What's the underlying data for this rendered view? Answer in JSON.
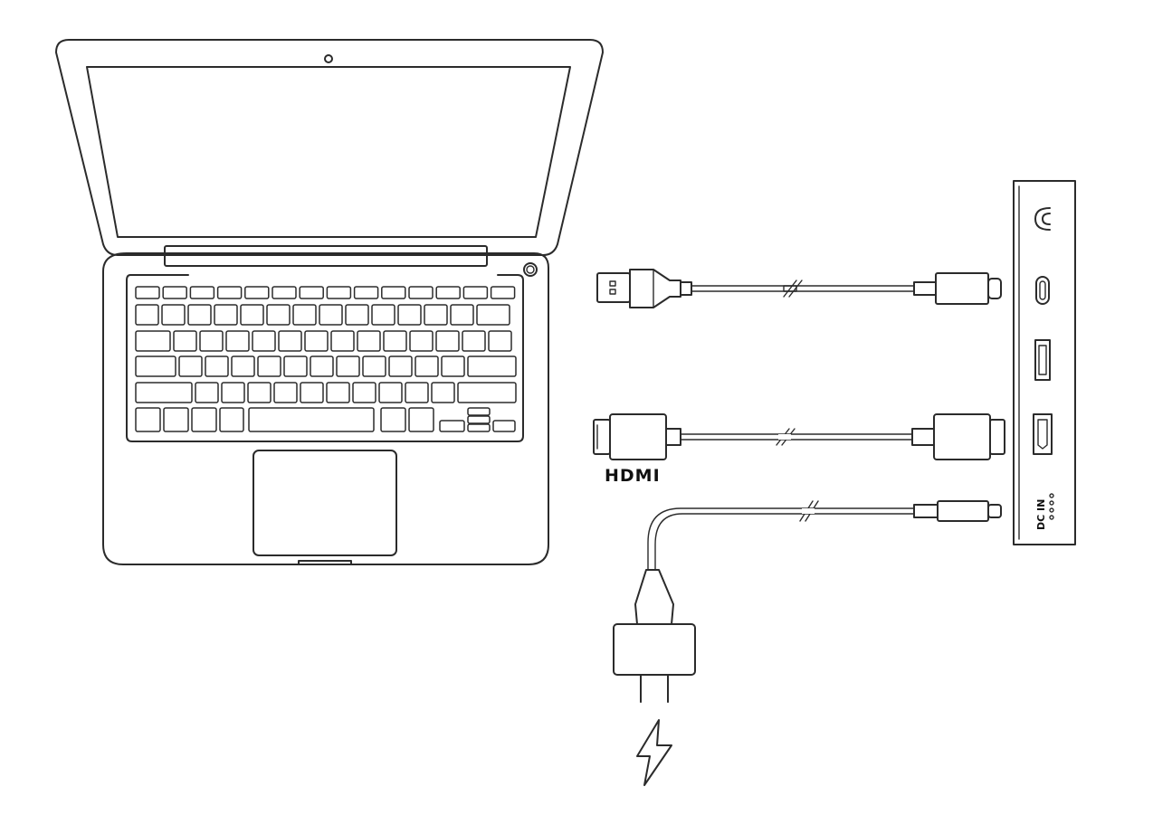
{
  "diagram": {
    "labels": {
      "hdmi_logo": "HDMI",
      "dc_in": "DC IN"
    },
    "devices": [
      "laptop",
      "display-port-panel",
      "power-adapter"
    ],
    "cables": [
      {
        "from": "laptop-usb-a",
        "to": "panel-usb-c-port",
        "type": "usb-a-to-usb-c"
      },
      {
        "from": "laptop-hdmi",
        "to": "panel-hdmi-port",
        "type": "hdmi"
      },
      {
        "from": "power-adapter",
        "to": "panel-dc-in-port",
        "type": "dc-power"
      }
    ],
    "icons": [
      "headphone-icon",
      "usb-c-port-icon",
      "mini-port-icon",
      "hdmi-port-icon",
      "lightning-icon"
    ],
    "line_color": "#2b2b2b",
    "background": "#ffffff"
  }
}
